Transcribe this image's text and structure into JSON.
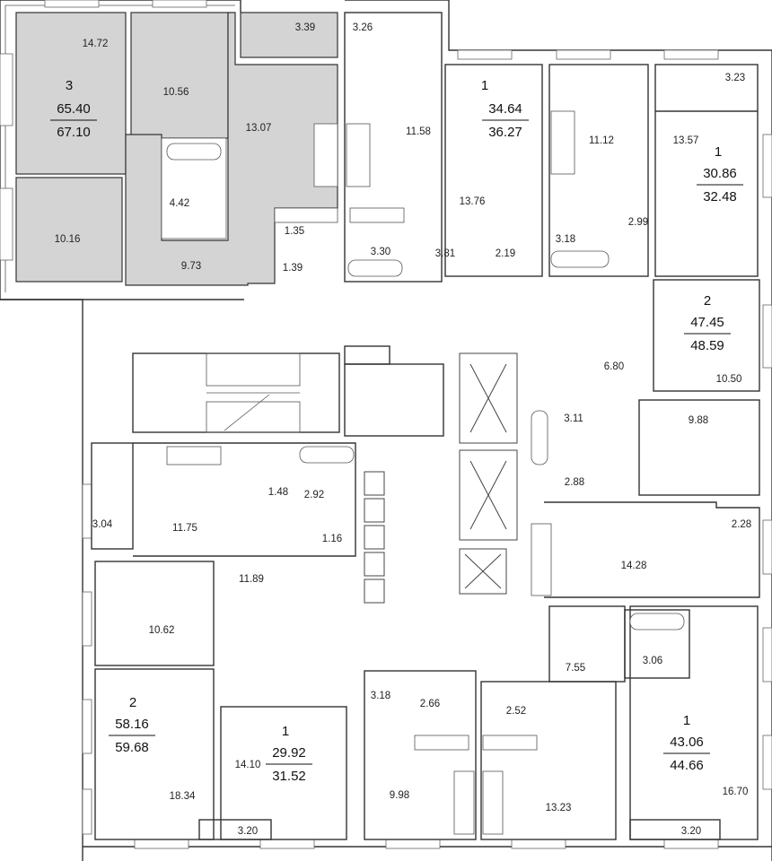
{
  "colors": {
    "highlight": "#d4d4d4",
    "wall": "#333333",
    "background": "#ffffff"
  },
  "rooms": [
    {
      "id": "r1",
      "label": "14.72"
    },
    {
      "id": "r2",
      "label": "10.56"
    },
    {
      "id": "r3",
      "label": "3.39"
    },
    {
      "id": "r4",
      "label": "3.26"
    },
    {
      "id": "r5",
      "label": "13.07"
    },
    {
      "id": "r6",
      "label": "11.58"
    },
    {
      "id": "r7",
      "label": "11.12"
    },
    {
      "id": "r8",
      "label": "3.23"
    },
    {
      "id": "r9",
      "label": "13.57"
    },
    {
      "id": "r10",
      "label": "4.42"
    },
    {
      "id": "r11",
      "label": "10.16"
    },
    {
      "id": "r12",
      "label": "1.35"
    },
    {
      "id": "r13",
      "label": "3.30"
    },
    {
      "id": "r14",
      "label": "13.76"
    },
    {
      "id": "r15",
      "label": "3.18"
    },
    {
      "id": "r16",
      "label": "2.99"
    },
    {
      "id": "r17",
      "label": "9.73"
    },
    {
      "id": "r18",
      "label": "1.39"
    },
    {
      "id": "r19",
      "label": "3.81"
    },
    {
      "id": "r20",
      "label": "2.19"
    },
    {
      "id": "r21",
      "label": "6.80"
    },
    {
      "id": "r22",
      "label": "10.50"
    },
    {
      "id": "r23",
      "label": "3.11"
    },
    {
      "id": "r24",
      "label": "9.88"
    },
    {
      "id": "r25",
      "label": "1.48"
    },
    {
      "id": "r26",
      "label": "2.92"
    },
    {
      "id": "r27",
      "label": "2.88"
    },
    {
      "id": "r28",
      "label": "3.04"
    },
    {
      "id": "r29",
      "label": "11.75"
    },
    {
      "id": "r30",
      "label": "1.16"
    },
    {
      "id": "r31",
      "label": "2.28"
    },
    {
      "id": "r32",
      "label": "14.28"
    },
    {
      "id": "r33",
      "label": "11.89"
    },
    {
      "id": "r34",
      "label": "10.62"
    },
    {
      "id": "r35",
      "label": "7.55"
    },
    {
      "id": "r36",
      "label": "3.06"
    },
    {
      "id": "r37",
      "label": "3.18"
    },
    {
      "id": "r38",
      "label": "2.66"
    },
    {
      "id": "r39",
      "label": "2.52"
    },
    {
      "id": "r40",
      "label": "14.10"
    },
    {
      "id": "r41",
      "label": "18.34"
    },
    {
      "id": "r42",
      "label": "9.98"
    },
    {
      "id": "r43",
      "label": "13.23"
    },
    {
      "id": "r44",
      "label": "16.70"
    },
    {
      "id": "r45",
      "label": "3.20"
    },
    {
      "id": "r46",
      "label": "3.20"
    }
  ],
  "apartments": [
    {
      "id": "a1",
      "rooms": "3",
      "living_area": "65.40",
      "total_area": "67.10"
    },
    {
      "id": "a2",
      "rooms": "1",
      "living_area": "34.64",
      "total_area": "36.27"
    },
    {
      "id": "a3",
      "rooms": "1",
      "living_area": "30.86",
      "total_area": "32.48"
    },
    {
      "id": "a4",
      "rooms": "2",
      "living_area": "47.45",
      "total_area": "48.59"
    },
    {
      "id": "a5",
      "rooms": "2",
      "living_area": "58.16",
      "total_area": "59.68"
    },
    {
      "id": "a6",
      "rooms": "1",
      "living_area": "29.92",
      "total_area": "31.52"
    },
    {
      "id": "a7",
      "rooms": "1",
      "living_area": "43.06",
      "total_area": "44.66"
    }
  ]
}
